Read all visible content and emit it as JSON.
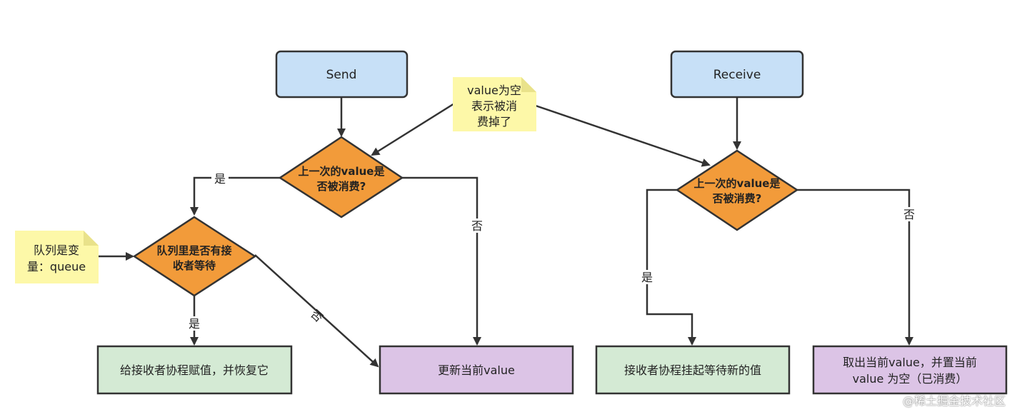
{
  "nodes": {
    "send": "Send",
    "receive": "Receive",
    "send_check": [
      "上一次的value是",
      "否被消费?"
    ],
    "receive_check": [
      "上一次的value是",
      "否被消费?"
    ],
    "queue_check": [
      "队列里是否有接",
      "收者等待"
    ],
    "give_receiver": "给接收者协程赋值，并恢复它",
    "update_value": "更新当前value",
    "suspend_receiver": "接收者协程挂起等待新的值",
    "take_value": [
      "取出当前value，并置当前",
      "value 为空（已消费）"
    ]
  },
  "notes": {
    "value_empty": [
      "value为空",
      "表示被消",
      "费掉了"
    ],
    "queue_var": [
      "队列是变",
      "量：queue"
    ]
  },
  "edge_labels": {
    "yes": "是",
    "no": "否"
  },
  "watermark": "@稀土掘金技术社区",
  "colors": {
    "start_fill": "#c7e0f7",
    "decision_fill": "#f29b3a",
    "action_green": "#d4ead4",
    "action_purple": "#dcc4e6",
    "note_fill": "#fdf8a8",
    "stroke": "#333333"
  }
}
